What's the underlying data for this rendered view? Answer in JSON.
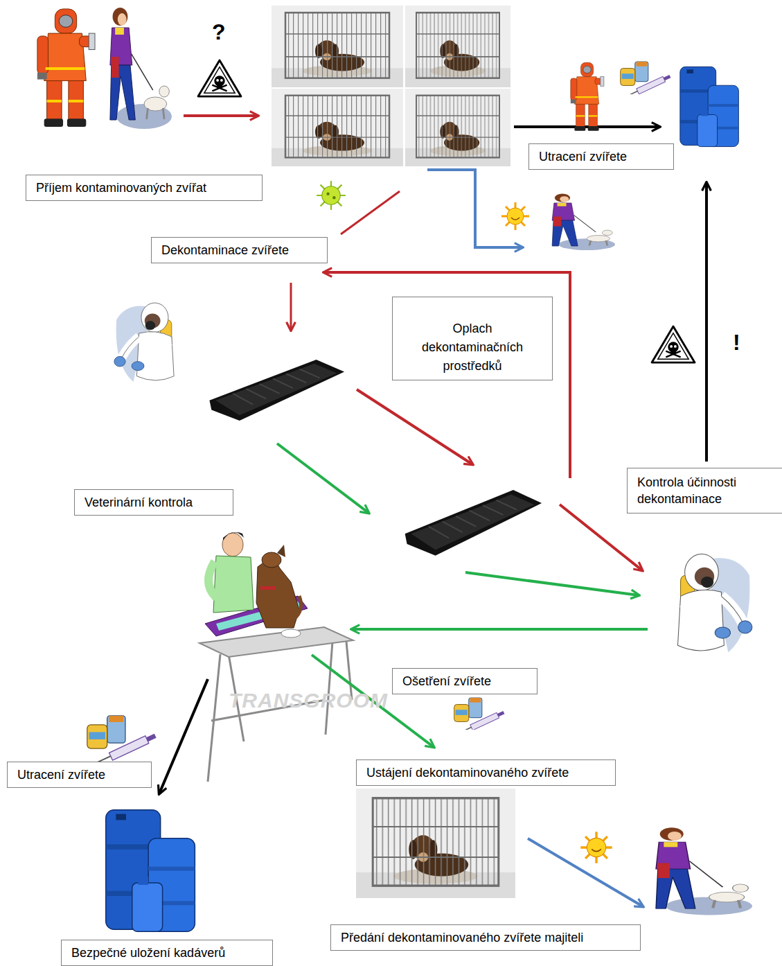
{
  "diagram": {
    "nodes": [
      {
        "text": [
          "Utracení zvířete"
        ]
      },
      {
        "text": [
          "Příjem kontaminovaných zvířat"
        ]
      },
      {
        "text": [
          "Dekontaminace zvířete"
        ]
      },
      {
        "text": [
          "Oplach dekontaminačních prostředků"
        ]
      },
      {
        "text": [
          "Kontrola účinnosti dekontaminace"
        ]
      },
      {
        "text": [
          "Veterinární kontrola"
        ]
      },
      {
        "text": [
          "Ošetření zvířete"
        ]
      },
      {
        "text": [
          "Ustájení dekontaminovaného zvířete"
        ]
      },
      {
        "text": [
          "Utracení zvířete"
        ]
      },
      {
        "text": [
          "Předání dekontaminovaného zvířete majiteli"
        ]
      },
      {
        "text": [
          "Bezpečné uložení kadáverů"
        ]
      }
    ],
    "labels": [
      "?",
      "!",
      "TRANSGROOM"
    ]
  }
}
